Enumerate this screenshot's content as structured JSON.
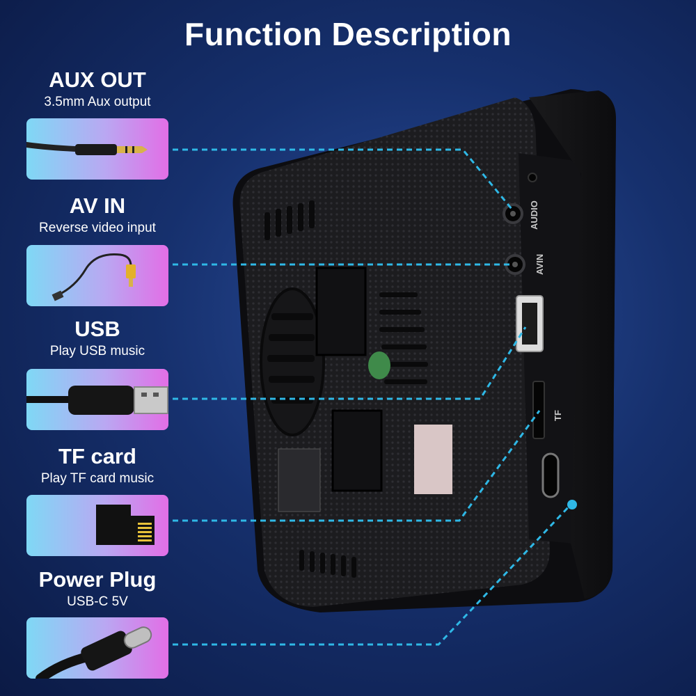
{
  "title": "Function Description",
  "features": [
    {
      "label": "AUX OUT",
      "sub": "3.5mm Aux output",
      "icon": "aux-cable-icon"
    },
    {
      "label": "AV IN",
      "sub": "Reverse video input",
      "icon": "rca-cable-icon"
    },
    {
      "label": "USB",
      "sub": "Play USB music",
      "icon": "usb-cable-icon"
    },
    {
      "label": "TF card",
      "sub": "Play TF card music",
      "icon": "tf-card-icon"
    },
    {
      "label": "Power Plug",
      "sub": "USB-C 5V",
      "icon": "usb-c-cable-icon"
    }
  ],
  "port_labels": {
    "audio": "AUDIO",
    "avin": "AVIN",
    "tf": "TF"
  },
  "colors": {
    "tile_left": "#7fd8f5",
    "tile_right": "#e26ee6",
    "connector": "#2fb8e6",
    "background": "#16306d"
  }
}
